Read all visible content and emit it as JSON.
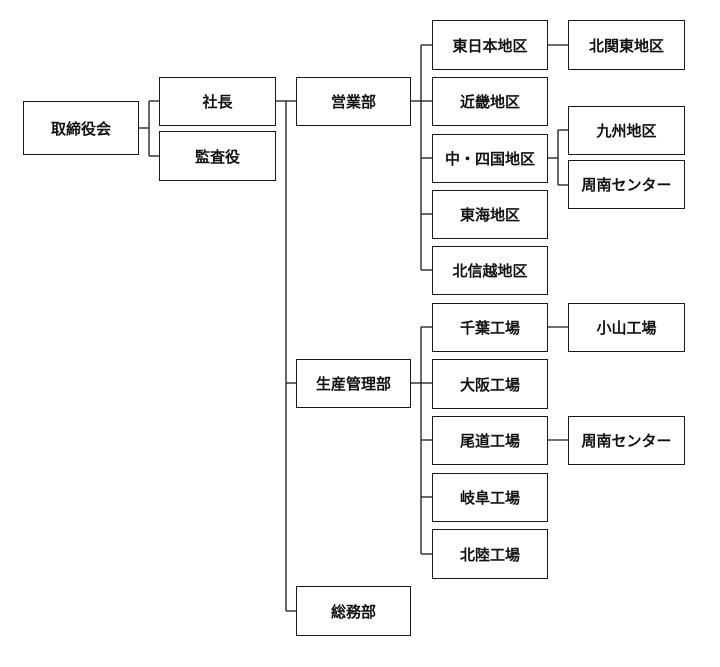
{
  "org": {
    "board": "取締役会",
    "president": "社長",
    "auditor": "監査役",
    "sales": "営業部",
    "production": "生産管理部",
    "general_affairs": "総務部",
    "east_japan": "東日本地区",
    "kinki": "近畿地区",
    "chugoku_shikoku": "中・四国地区",
    "tokai": "東海地区",
    "hokushinetsu": "北信越地区",
    "kita_kanto": "北関東地区",
    "kyushu": "九州地区",
    "shunan_center_1": "周南センター",
    "chiba_factory": "千葉工場",
    "osaka_factory": "大阪工場",
    "onomichi_factory": "尾道工場",
    "gifu_factory": "岐阜工場",
    "hokuriku_factory": "北陸工場",
    "oyama_factory": "小山工場",
    "shunan_center_2": "周南センター"
  },
  "colors": {
    "line": "#1a1a1a",
    "box_border": "#1a1a1a",
    "text": "#111111",
    "background": "#ffffff"
  }
}
